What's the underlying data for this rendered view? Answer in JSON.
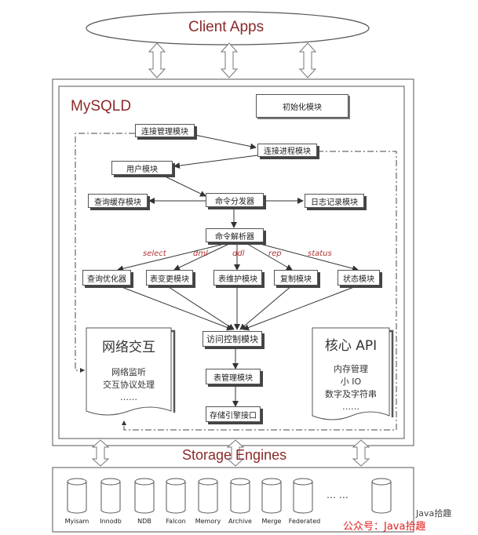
{
  "client_apps": "Client Apps",
  "mysqld": "MySQLD",
  "storage_engines": "Storage Engines",
  "modules": {
    "init": "初始化模块",
    "conn_mgmt": "连接管理模块",
    "conn_thread": "连接进程模块",
    "user": "用户模块",
    "query_cache": "查询缓存模块",
    "cmd_dispatch": "命令分发器",
    "log": "日志记录模块",
    "cmd_parser": "命令解析器",
    "optimizer": "查询优化器",
    "table_change": "表变更模块",
    "table_maint": "表维护模块",
    "replication": "复制模块",
    "status": "状态模块",
    "access_ctrl": "访问控制模块",
    "table_mgmt": "表管理模块",
    "storage_if": "存储引擎接口"
  },
  "branch_labels": {
    "select": "select",
    "dml": "dml",
    "ddl": "ddl",
    "rep": "rep",
    "status": "status"
  },
  "network": {
    "title": "网络交互",
    "line1": "网络监听",
    "line2": "交互协议处理",
    "dots": "……"
  },
  "core_api": {
    "title": "核心 API",
    "line1": "内存管理",
    "line2": "小 IO",
    "line3": "数字及字符串",
    "dots": "……"
  },
  "engines": [
    "Myisam",
    "Innodb",
    "NDB",
    "Falcon",
    "Memory",
    "Archive",
    "Merge",
    "Federated"
  ],
  "engines_more": "…  …",
  "watermark": {
    "channel": "Java拾趣",
    "line": "公众号：Java拾趣"
  }
}
